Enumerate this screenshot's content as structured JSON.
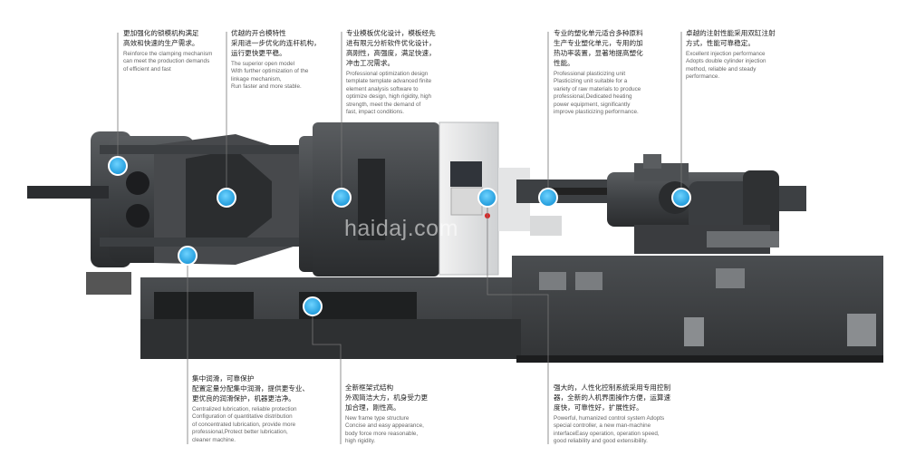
{
  "watermark": "haidaj.com",
  "callouts": [
    {
      "zh": "更加强化的锁模机构满足\n高效和快速的生产需求。",
      "en": "Reinforce the clamping mechanism\ncan meet the production demands\nof efficient and fast"
    },
    {
      "zh": "优越的开合模特性\n采用进一步优化的连杆机构，\n运行更快更平稳。",
      "en": "The superior open model\nWith further optimization of the\nlinkage mechanism,\nRun faster and more stable."
    },
    {
      "zh": "专业模板优化设计，模板经先\n进有限元分析软件优化设计，\n高刚性，高强度，满足快速，\n冲击工况需求。",
      "en": "Professional optimization design\ntemplate template advanced finite\nelement analysis software to\noptimize design, high rigidity, high\nstrength, meet the demand of\nfast, impact conditions."
    },
    {
      "zh": "专业的塑化单元适合多种原料\n生产专业塑化单元，专用的加\n热功率装置，显著地提高塑化\n性能。",
      "en": "Professional plasticizing unit\nPlasticizing unit suitable for a\nvariety of raw materials to produce\nprofessional,Dedicated heating\npower equipment, significantly\nimprove plasticizing performance."
    },
    {
      "zh": "卓越的注射性能采用双缸注射\n方式，性能可靠稳定。",
      "en": "Excellent injection performance\nAdopts double cylinder injection\nmethod, reliable and steady\nperformance."
    },
    {
      "zh": "集中润滑，可靠保护\n配置定量分配集中润滑，提供更专业、\n更优良的润滑保护，机器更洁净。",
      "en": "Centralized lubrication, reliable protection\nConfiguration of quantitative distribution\nof concentrated lubrication, provide more\nprofessional,Protect better lubrication,\ncleaner machine."
    },
    {
      "zh": "全新框架式结构\n外观简洁大方，机身受力更\n加合理，刚性高。",
      "en": "New frame type structure\nConcise and easy appearance,\nbody force more reasonable,\nhigh rigidity."
    },
    {
      "zh": "强大的，人性化控制系统采用专用控制\n器，全新的人机界面操作方便，运算速\n度快，可靠性好，扩展性好。",
      "en": "Powerful, humanized control system Adopts\nspecial controller, a new man-machine\ninterfaceEasy operation, operation speed,\ngood reliability and good extensibility."
    }
  ]
}
